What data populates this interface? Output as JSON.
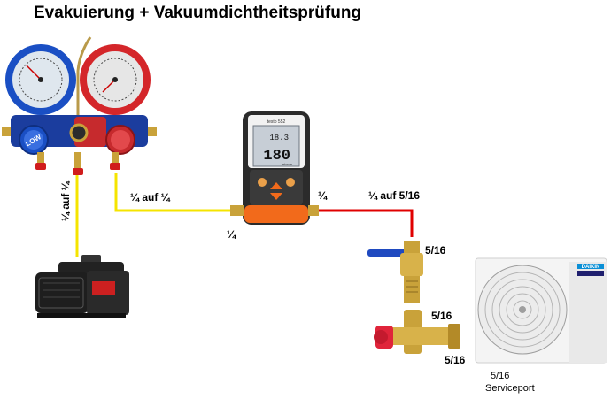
{
  "title": "Evakuierung + Vakuumdichtheitsprüfung",
  "labels": {
    "hose_yellow_vertical": "¼ auf ¼",
    "hose_yellow_horizontal": "¼ auf ¼",
    "gauge_left_port": "¼",
    "gauge_right_port": "¼",
    "hose_red": "¼ auf 5/16",
    "valve_top": "5/16",
    "valve_mid": "5/16",
    "valve_bottom": "5/16",
    "serviceport_size": "5/16",
    "serviceport": "Serviceport"
  },
  "manifold": {
    "low_label": "LOW"
  },
  "vacuum_gauge": {
    "brand": "testo 552",
    "value_top": "18.3",
    "value_main": "180",
    "unit": "micron"
  },
  "outdoor_unit": {
    "brand": "DAIKIN"
  },
  "colors": {
    "yellow_hose": "#f5e400",
    "red_hose": "#e00000",
    "low_blue": "#1a4fc4",
    "high_red": "#d4262a",
    "brass": "#c9a23a"
  }
}
